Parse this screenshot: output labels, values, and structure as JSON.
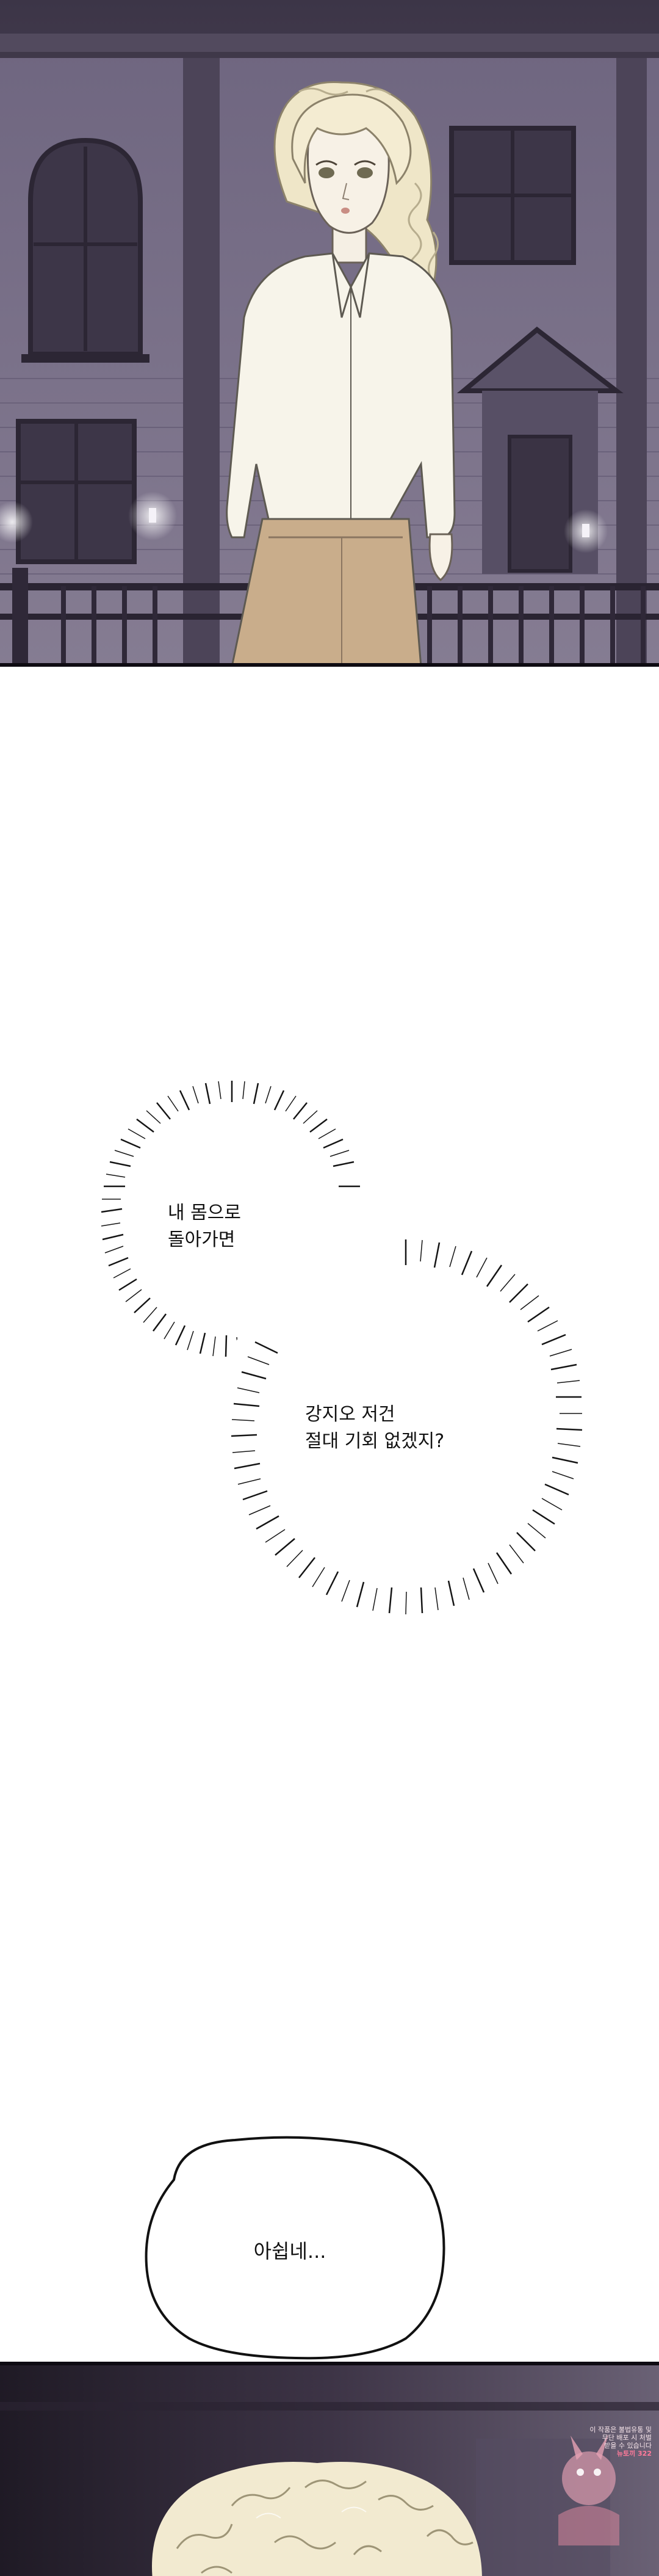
{
  "bubbles": {
    "first": [
      "내 몸으로",
      "돌아가면"
    ],
    "second": [
      "강지오 저건",
      "절대 기회 없겠지?"
    ],
    "thought": "아쉽네..."
  },
  "watermark": {
    "lines": [
      "이 작품은 불법유통 및",
      "무단 배포 시 처벌",
      "받을 수 있습니다",
      "뉴토끼 322"
    ]
  },
  "colors": {
    "night_sky": "#4a4257",
    "hair": "#f2ead0",
    "shirt": "#f7f4ea",
    "pants": "#c9ad8b",
    "panel_border": "#0e0b12"
  }
}
